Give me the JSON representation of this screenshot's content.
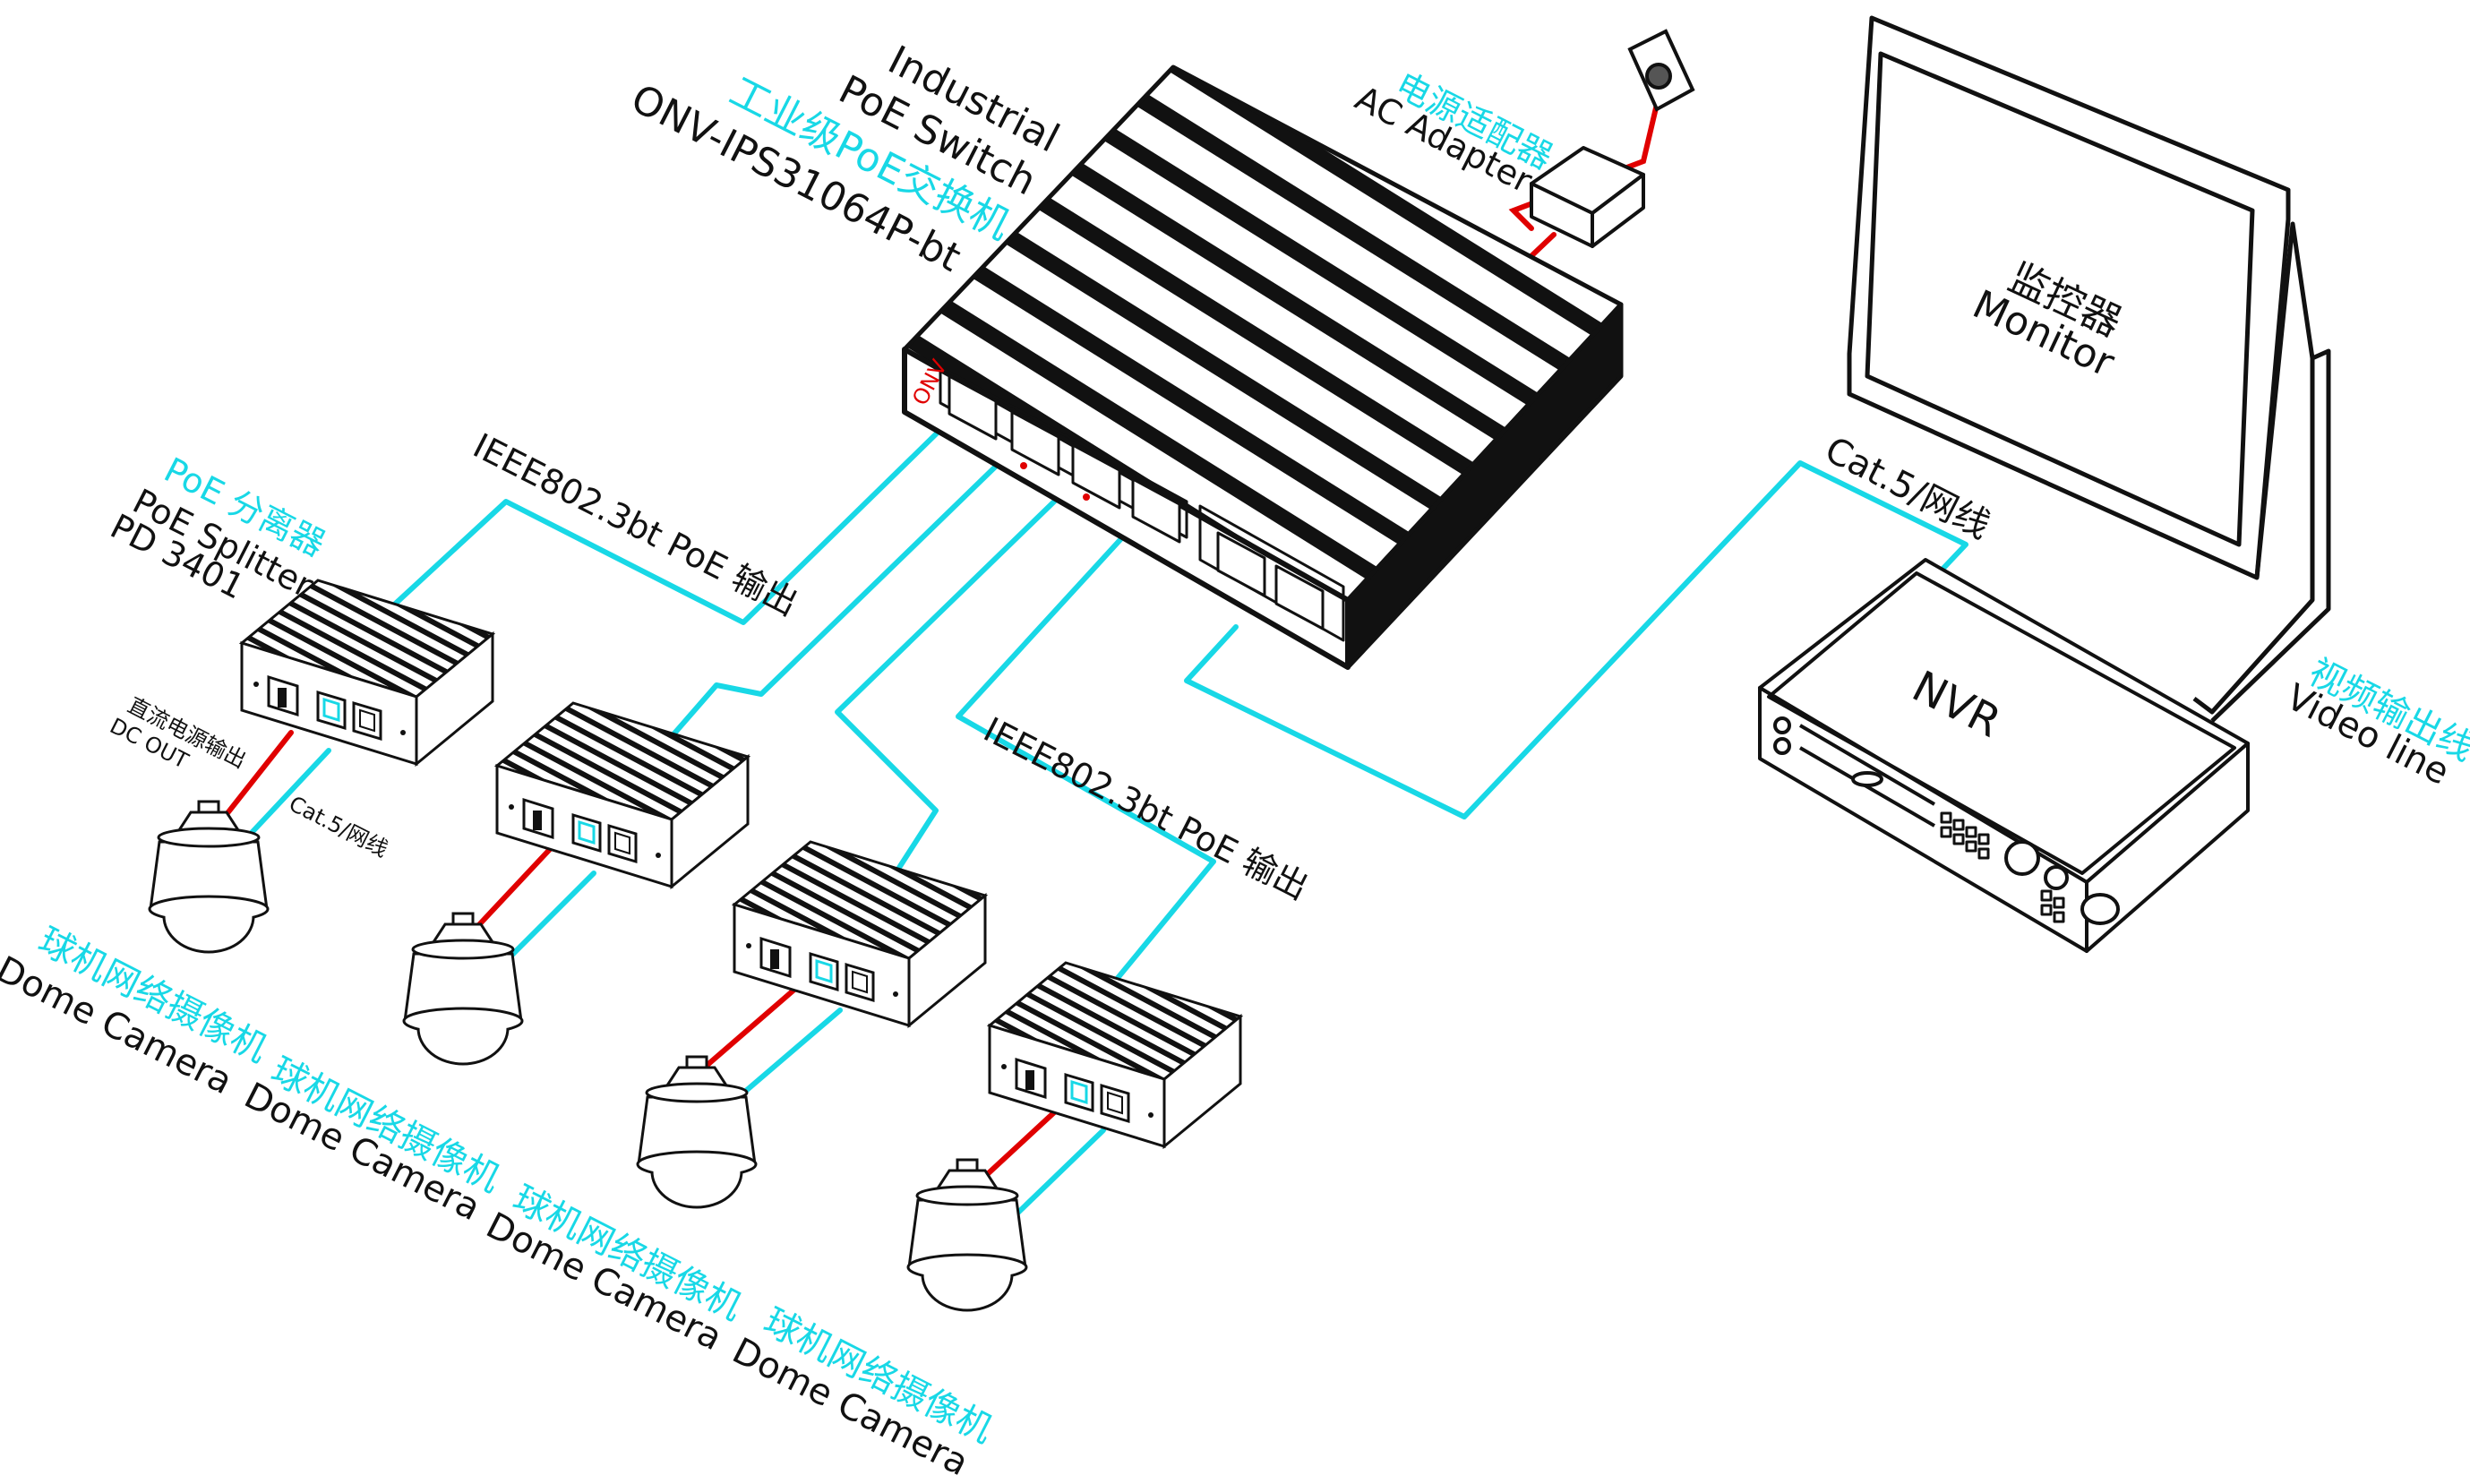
{
  "switch": {
    "name_en_line1": "Industrial",
    "name_en_line2": "PoE Switch",
    "name_cn": "工业级PoE交换机",
    "model": "ONV-IPS31064P-bt",
    "brand": "ONV"
  },
  "adapter": {
    "name_cn": "电源适配器",
    "name_en": "AC Adapter"
  },
  "monitor": {
    "name_cn": "监控器",
    "name_en": "Monitor"
  },
  "nvr": {
    "name": "NVR"
  },
  "video_line": {
    "name_cn": "视频输出线",
    "name_en": "Video line"
  },
  "cat5_label": "Cat.5/网线",
  "poe_output_label": "IEEE802.3bt PoE 输出",
  "splitter": {
    "name_cn": "PoE 分离器",
    "name_en": "PoE Splitter",
    "model": "PD 3401",
    "dc_out_cn": "直流电源输出",
    "dc_out_en": "DC OUT",
    "cat5_label": "Cat.5/网线"
  },
  "cameras": [
    {
      "name_cn": "球机网络摄像机",
      "name_en": "Dome Camera"
    },
    {
      "name_cn": "球机网络摄像机",
      "name_en": "Dome Camera"
    },
    {
      "name_cn": "球机网络摄像机",
      "name_en": "Dome Camera"
    },
    {
      "name_cn": "球机网络摄像机",
      "name_en": "Dome Camera"
    }
  ],
  "colors": {
    "cable": "#18d8e6",
    "power": "#e00000",
    "outline": "#111111"
  }
}
